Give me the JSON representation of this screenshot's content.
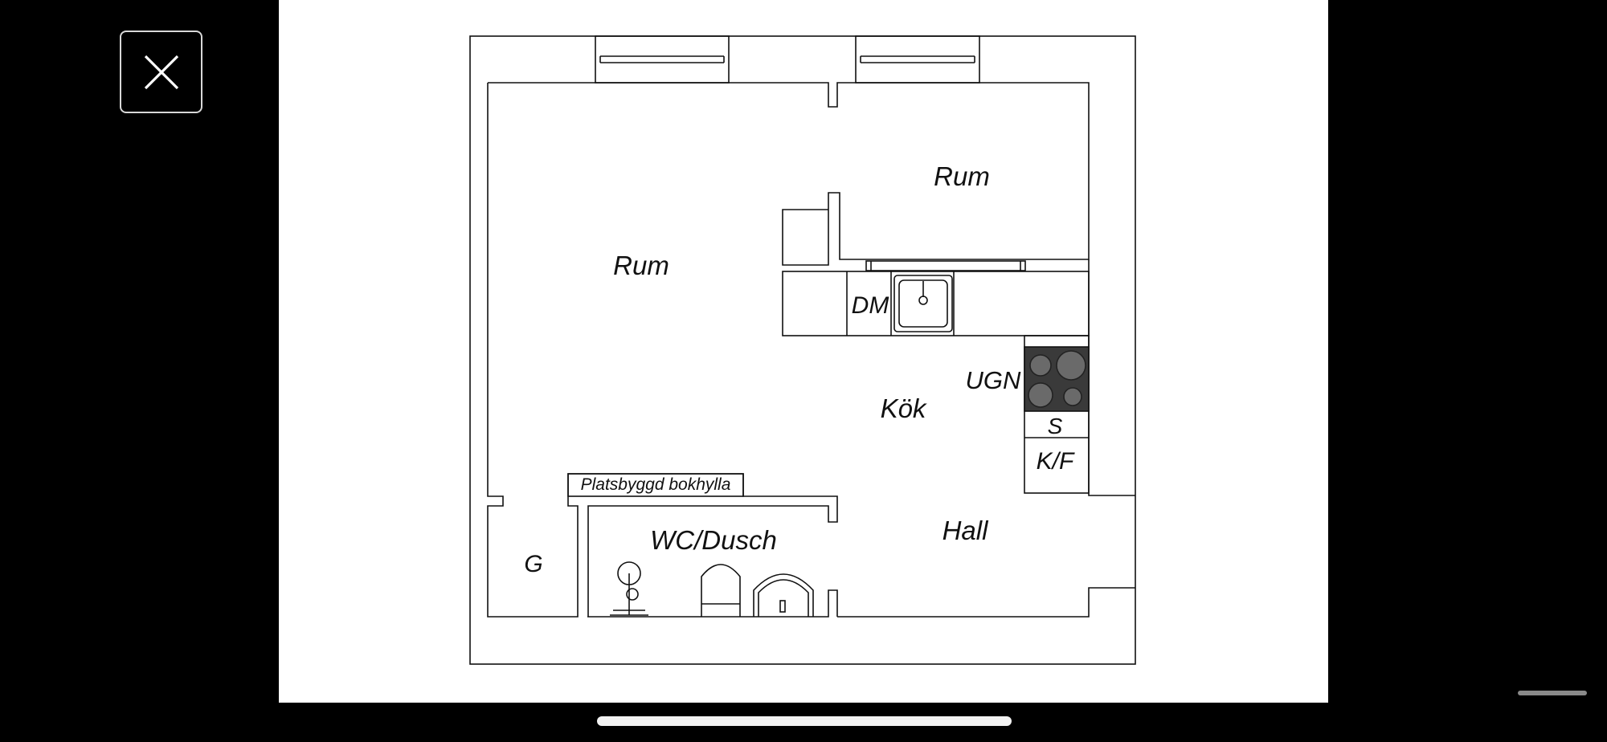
{
  "viewer": {
    "close_icon": "close-icon"
  },
  "floorplan": {
    "rooms": {
      "living_room": "Rum",
      "bedroom": "Rum",
      "kitchen": "Kök",
      "hall": "Hall",
      "bathroom": "WC/Dusch",
      "closet": "G"
    },
    "fixtures": {
      "dishwasher": "DM",
      "oven": "UGN",
      "cabinet": "S",
      "fridge_freezer": "K/F",
      "bookshelf": "Platsbyggd bokhylla"
    }
  },
  "colors": {
    "background": "#000000",
    "plan_background": "#ffffff",
    "stove": "#3a3a3a"
  }
}
